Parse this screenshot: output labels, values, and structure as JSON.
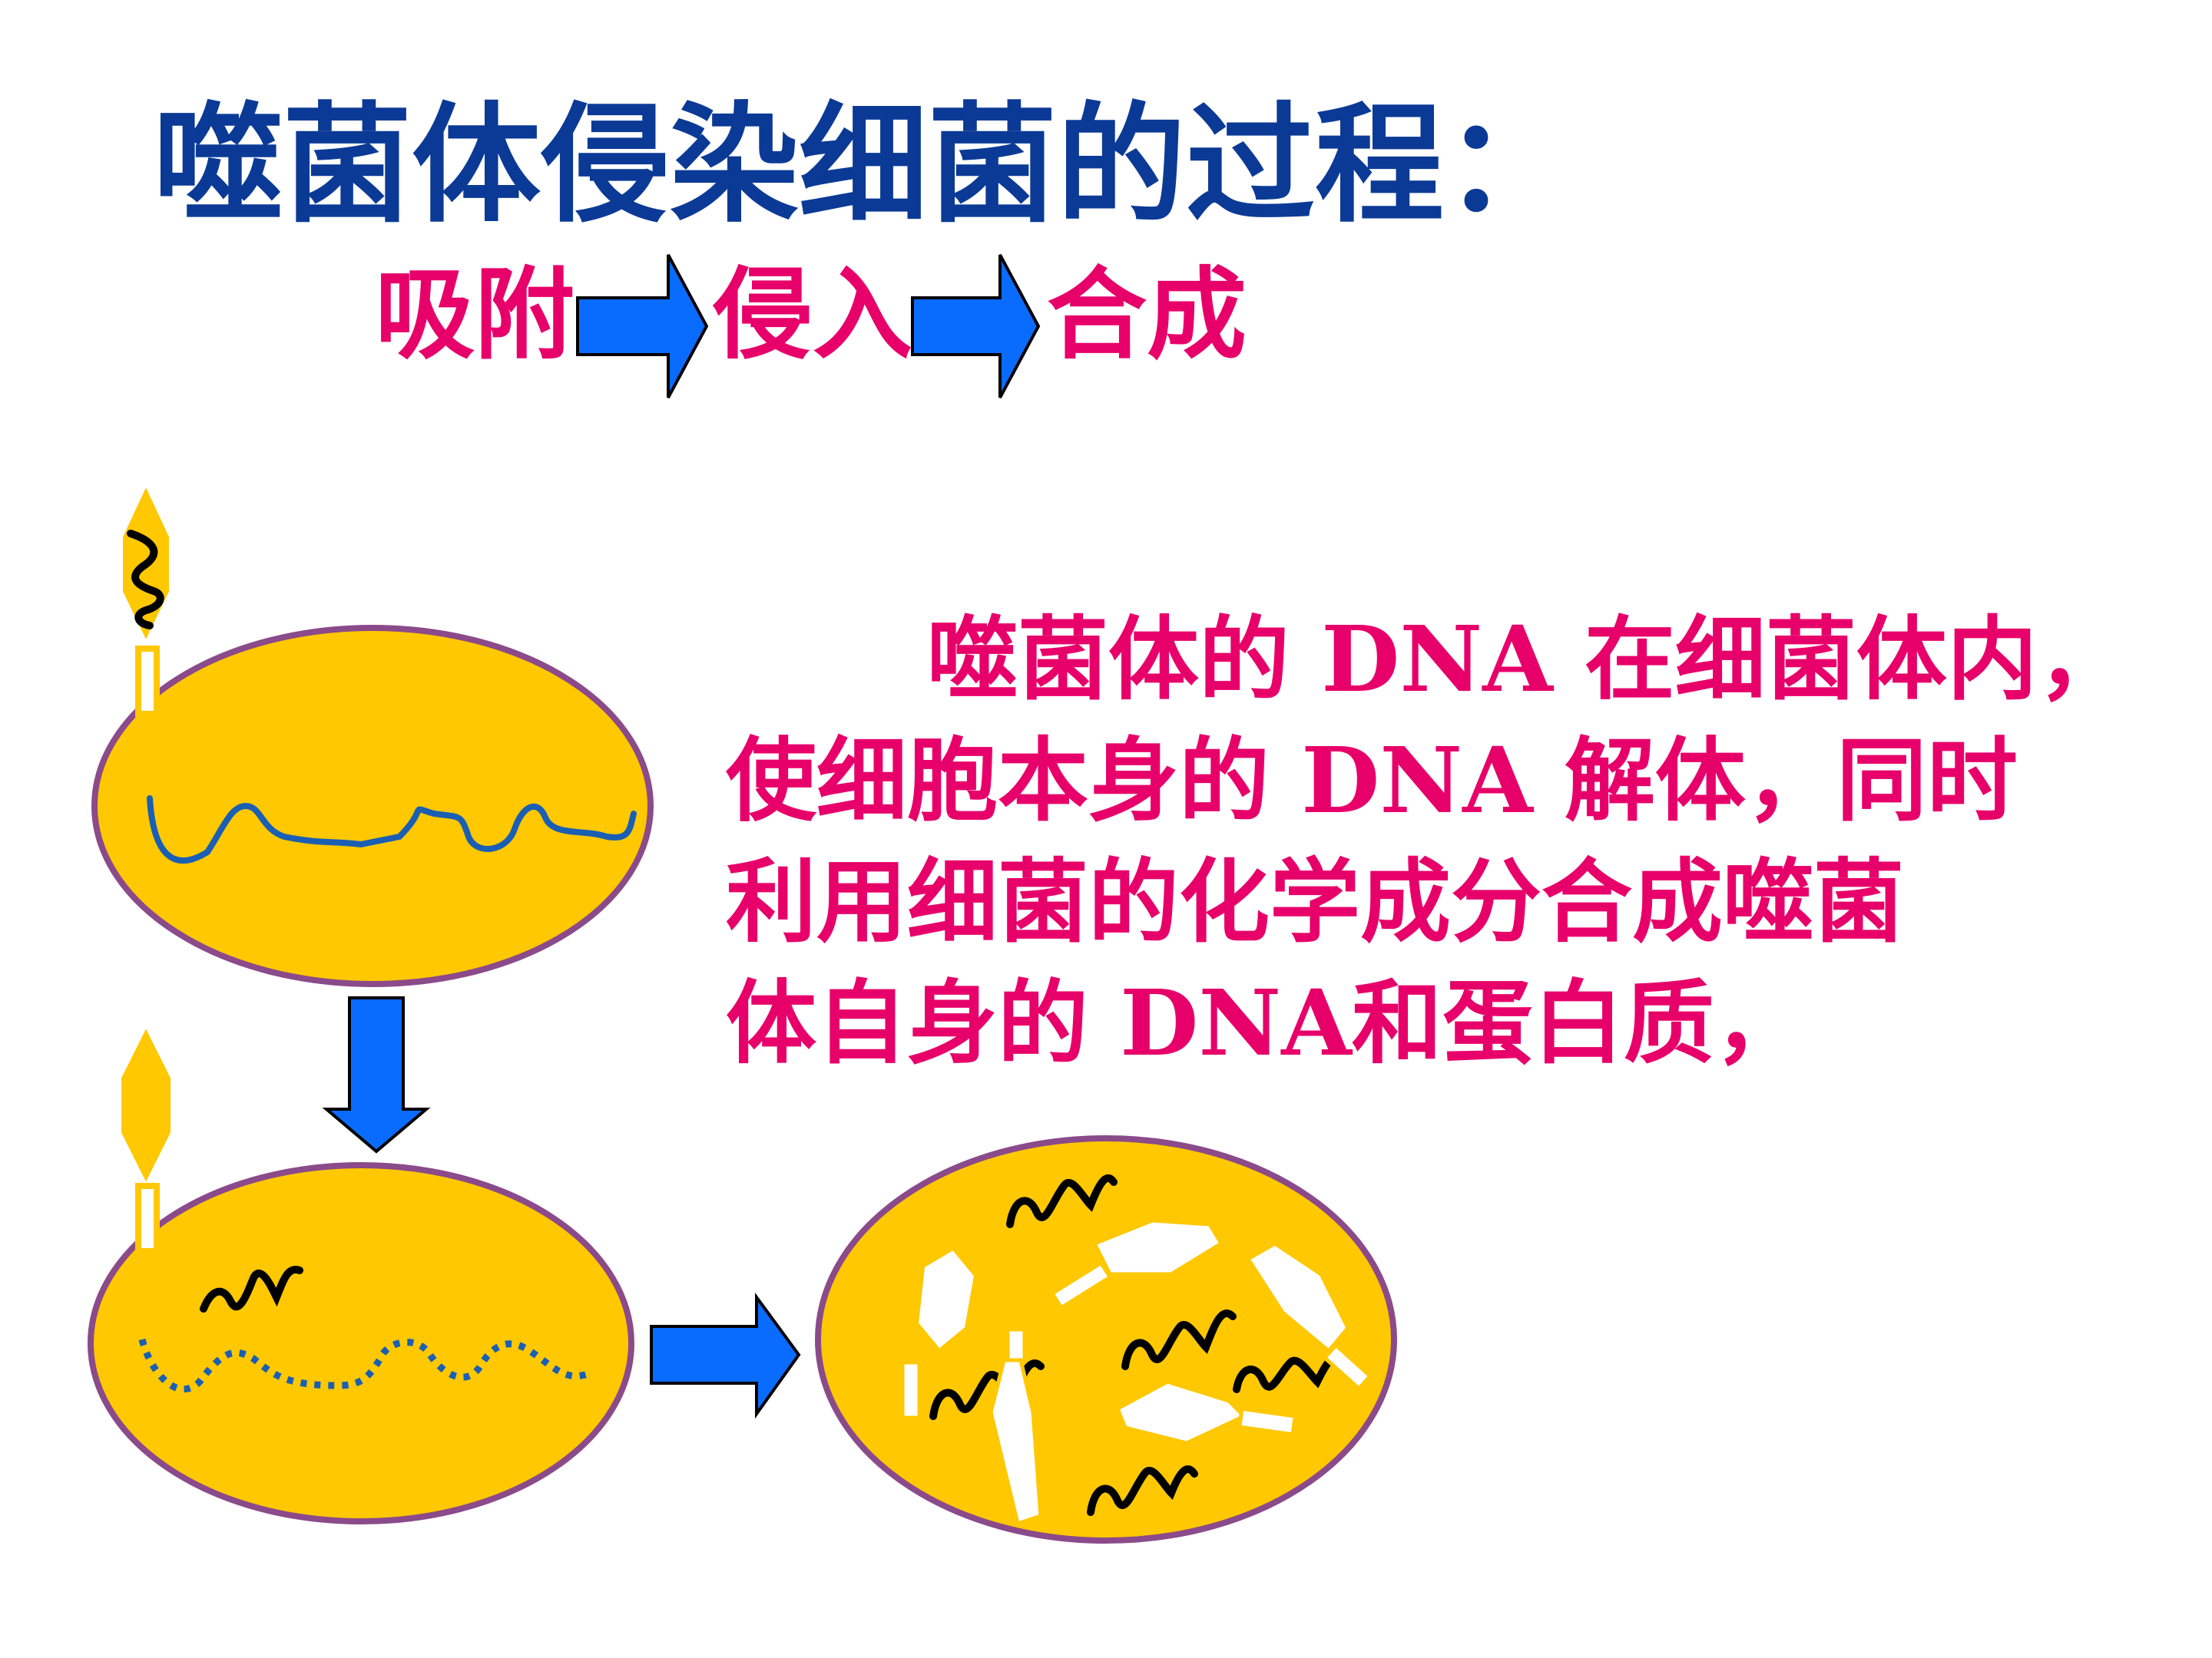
{
  "title": "噬菌体侵染细菌的过程：",
  "steps": [
    "吸附",
    "侵入",
    "合成"
  ],
  "description_lines": [
    "噬菌体的 DNA 在细菌体内，",
    "使细胞本身的 DNA 解体，同时",
    "利用细菌的化学成分合成噬菌",
    "体自身的 DNA和蛋白质，"
  ],
  "colors": {
    "title": "#0b3a96",
    "text_highlight": "#e8006a",
    "cell_fill": "#ffc800",
    "cell_border": "#8b4a8a",
    "arrow": "#0a6cff",
    "host_dna": "#1a5fb4",
    "phage_dna": "#000000",
    "phage_capsule": "#ffc800",
    "new_phage": "#ffffff"
  }
}
